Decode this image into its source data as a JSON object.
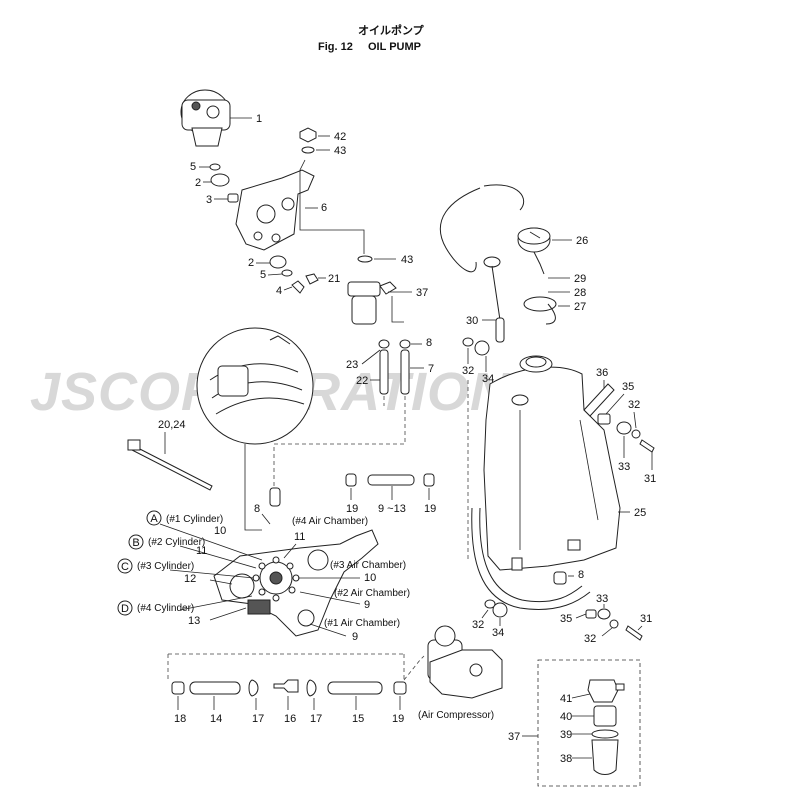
{
  "title": {
    "japanese": "オイルポンプ",
    "figure": "Fig. 12",
    "english": "OIL PUMP"
  },
  "watermark": "JSCORPORATION",
  "callouts": [
    "1",
    "2",
    "3",
    "4",
    "5",
    "6",
    "42",
    "43",
    "21",
    "37",
    "8",
    "23",
    "22",
    "7",
    "26",
    "29",
    "28",
    "27",
    "30",
    "32",
    "34",
    "36",
    "35",
    "33",
    "31",
    "25",
    "20,24",
    "19",
    "9 ~13",
    "18",
    "14",
    "17",
    "16",
    "15",
    "41",
    "40",
    "39",
    "38"
  ],
  "cylinders": [
    {
      "letter": "A",
      "text": "(#1 Cylinder)"
    },
    {
      "letter": "B",
      "text": "(#2 Cylinder)"
    },
    {
      "letter": "C",
      "text": "(#3 Cylinder)"
    },
    {
      "letter": "D",
      "text": "(#4 Cylinder)"
    }
  ],
  "chambers": {
    "c4": "(#4 Air Chamber)",
    "c3": "(#3 Air Chamber)",
    "c2": "(#2 Air Chamber)",
    "c1": "(#1 Air Chamber)"
  },
  "air_compressor": "(Air Compressor)",
  "labels": {
    "p1": "1",
    "p2a": "2",
    "p2b": "2",
    "p3": "3",
    "p4": "4",
    "p5a": "5",
    "p5b": "5",
    "p6": "6",
    "p42": "42",
    "p43a": "43",
    "p43b": "43",
    "p21": "21",
    "p37a": "37",
    "p37b": "37",
    "p8a": "8",
    "p8b": "8",
    "p8c": "8",
    "p23": "23",
    "p22": "22",
    "p7": "7",
    "p26": "26",
    "p29": "29",
    "p28": "28",
    "p27": "27",
    "p30": "30",
    "p32a": "32",
    "p32b": "32",
    "p32c": "32",
    "p32d": "32",
    "p34a": "34",
    "p34b": "34",
    "p36": "36",
    "p35a": "35",
    "p35b": "35",
    "p33a": "33",
    "p33b": "33",
    "p31a": "31",
    "p31b": "31",
    "p25": "25",
    "p2024": "20,24",
    "p19a": "19",
    "p19b": "19",
    "p19c": "19",
    "p913": "9 ~13",
    "p10a": "10",
    "p10b": "10",
    "p11a": "11",
    "p11b": "11",
    "p12": "12",
    "p13": "13",
    "p9a": "9",
    "p9b": "9",
    "p18": "18",
    "p14": "14",
    "p17a": "17",
    "p17b": "17",
    "p16": "16",
    "p15": "15",
    "p41": "41",
    "p40": "40",
    "p39": "39",
    "p38": "38"
  }
}
